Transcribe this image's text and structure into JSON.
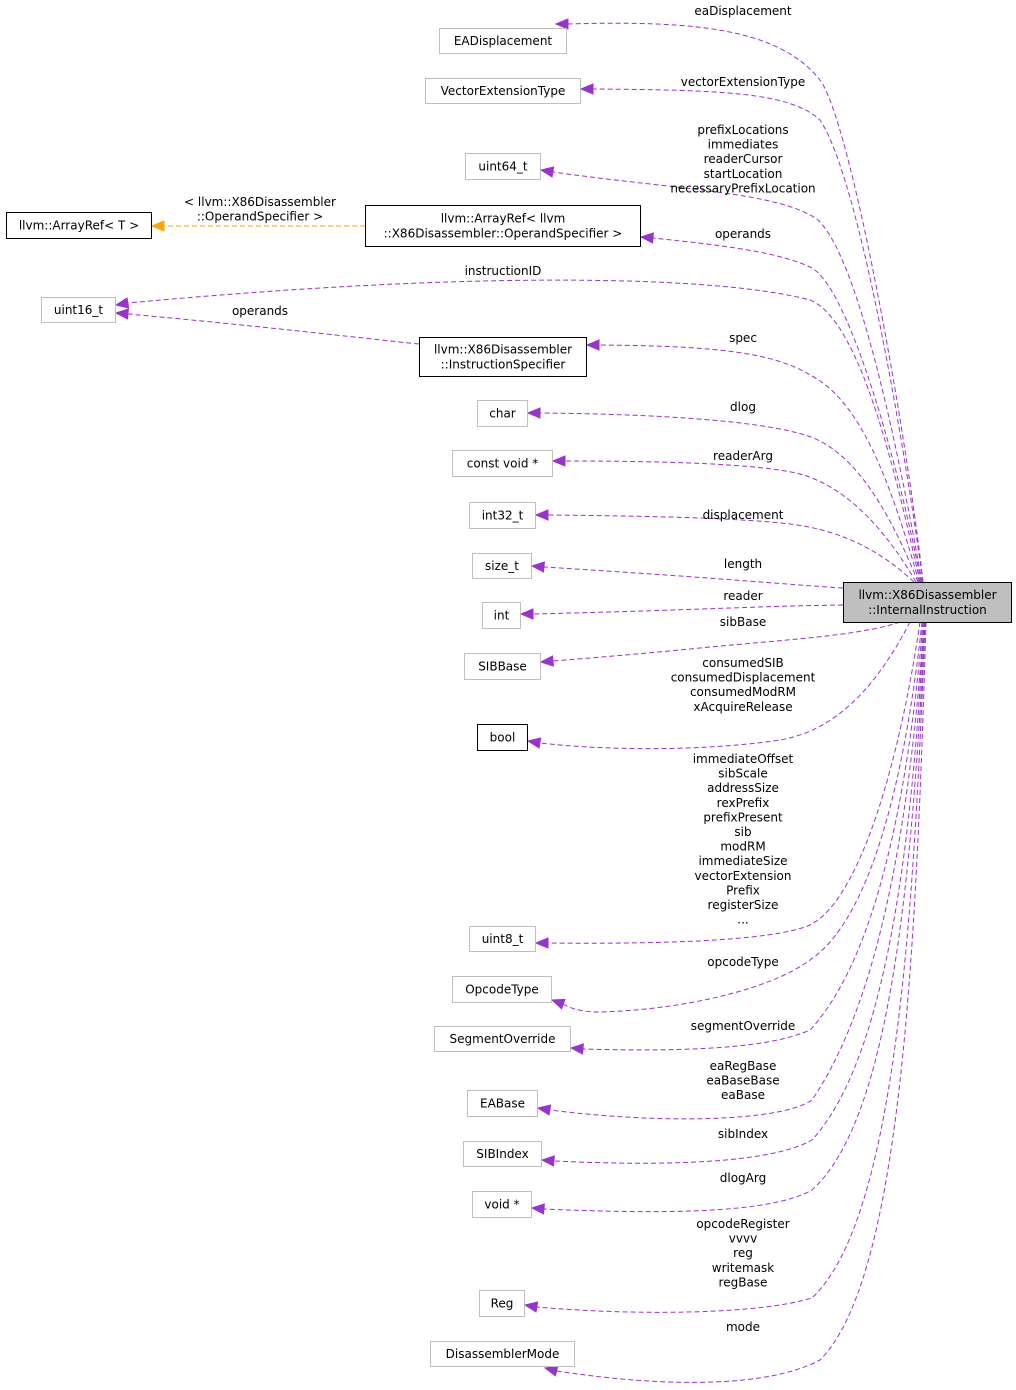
{
  "colors": {
    "usage_edge": "#9a32cd",
    "template_edge": "#ffa500",
    "main_fill": "#bfbfbf",
    "undocumented_border": "#bfbfbf",
    "documented_border": "#000000"
  },
  "nodes": {
    "main": {
      "lines": [
        "llvm::X86Disassembler",
        "::InternalInstruction"
      ]
    },
    "eadisplacement": {
      "lines": [
        "EADisplacement"
      ]
    },
    "vectorextensiontype": {
      "lines": [
        "VectorExtensionType"
      ]
    },
    "uint64": {
      "lines": [
        "uint64_t"
      ]
    },
    "arrayref_t": {
      "lines": [
        "llvm::ArrayRef< T >"
      ]
    },
    "arrayref_os": {
      "lines": [
        "llvm::ArrayRef< llvm",
        "::X86Disassembler::OperandSpecifier >"
      ]
    },
    "uint16": {
      "lines": [
        "uint16_t"
      ]
    },
    "instrspec": {
      "lines": [
        "llvm::X86Disassembler",
        "::InstructionSpecifier"
      ]
    },
    "char": {
      "lines": [
        "char"
      ]
    },
    "constvoid": {
      "lines": [
        "const void *"
      ]
    },
    "int32": {
      "lines": [
        "int32_t"
      ]
    },
    "size_t": {
      "lines": [
        "size_t"
      ]
    },
    "int": {
      "lines": [
        "int"
      ]
    },
    "sibbase": {
      "lines": [
        "SIBBase"
      ]
    },
    "bool": {
      "lines": [
        "bool"
      ]
    },
    "uint8": {
      "lines": [
        "uint8_t"
      ]
    },
    "opcodetype": {
      "lines": [
        "OpcodeType"
      ]
    },
    "segmentoverride": {
      "lines": [
        "SegmentOverride"
      ]
    },
    "eabase": {
      "lines": [
        "EABase"
      ]
    },
    "sibindex": {
      "lines": [
        "SIBIndex"
      ]
    },
    "void": {
      "lines": [
        "void *"
      ]
    },
    "reg": {
      "lines": [
        "Reg"
      ]
    },
    "disassemblermode": {
      "lines": [
        "DisassemblerMode"
      ]
    }
  },
  "edges": {
    "eadisplacement": {
      "labels": [
        "eaDisplacement"
      ]
    },
    "vectorextensiontype": {
      "labels": [
        "vectorExtensionType"
      ]
    },
    "uint64": {
      "labels": [
        "prefixLocations",
        "immediates",
        "readerCursor",
        "startLocation",
        "necessaryPrefixLocation"
      ]
    },
    "template_arg": {
      "labels": [
        "< llvm::X86Disassembler",
        "::OperandSpecifier >"
      ]
    },
    "arrayref_os": {
      "labels": [
        "operands"
      ]
    },
    "uint16_main": {
      "labels": [
        "instructionID"
      ]
    },
    "uint16_spec": {
      "labels": [
        "operands"
      ]
    },
    "instrspec": {
      "labels": [
        "spec"
      ]
    },
    "char": {
      "labels": [
        "dlog"
      ]
    },
    "constvoid": {
      "labels": [
        "readerArg"
      ]
    },
    "int32": {
      "labels": [
        "displacement"
      ]
    },
    "size_t": {
      "labels": [
        "length"
      ]
    },
    "int": {
      "labels": [
        "reader"
      ]
    },
    "sibbase": {
      "labels": [
        "sibBase"
      ]
    },
    "bool": {
      "labels": [
        "consumedSIB",
        "consumedDisplacement",
        "consumedModRM",
        "xAcquireRelease"
      ]
    },
    "uint8": {
      "labels": [
        "immediateOffset",
        "sibScale",
        "addressSize",
        "rexPrefix",
        "prefixPresent",
        "sib",
        "modRM",
        "immediateSize",
        "vectorExtension",
        "Prefix",
        "registerSize",
        "..."
      ]
    },
    "opcodetype": {
      "labels": [
        "opcodeType"
      ]
    },
    "segmentoverride": {
      "labels": [
        "segmentOverride"
      ]
    },
    "eabase": {
      "labels": [
        "eaRegBase",
        "eaBaseBase",
        "eaBase"
      ]
    },
    "sibindex": {
      "labels": [
        "sibIndex"
      ]
    },
    "void": {
      "labels": [
        "dlogArg"
      ]
    },
    "reg": {
      "labels": [
        "opcodeRegister",
        "vvvv",
        "reg",
        "writemask",
        "regBase"
      ]
    },
    "disassemblermode": {
      "labels": [
        "mode"
      ]
    }
  }
}
